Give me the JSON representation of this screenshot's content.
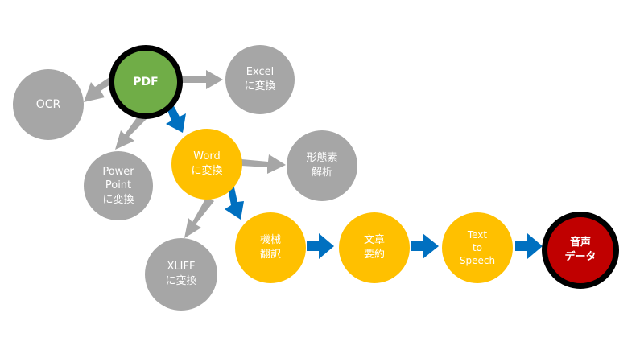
{
  "diagram": {
    "colors": {
      "gray": "#a6a6a6",
      "yellow": "#ffc000",
      "green": "#70ad47",
      "red": "#c00000",
      "blue_arrow": "#0070c0",
      "gray_arrow": "#a6a6a6",
      "outline": "#000000"
    },
    "nodes": {
      "pdf": "PDF",
      "ocr": "OCR",
      "excel": "Excel\nに変換",
      "powerpoint": "Power\nPoint\nに変換",
      "word": "Word\nに変換",
      "morph": "形態素\n解析",
      "xliff": "XLIFF\nに変換",
      "mt": "機械\n翻訳",
      "summary": "文章\n要約",
      "tts": "Text\nto\nSpeech",
      "audio": "音声\nデータ"
    },
    "edges": [
      {
        "from": "pdf",
        "to": "excel",
        "kind": "gray"
      },
      {
        "from": "pdf",
        "to": "ocr",
        "kind": "gray"
      },
      {
        "from": "pdf",
        "to": "powerpoint",
        "kind": "gray"
      },
      {
        "from": "pdf",
        "to": "word",
        "kind": "blue"
      },
      {
        "from": "word",
        "to": "morph",
        "kind": "gray"
      },
      {
        "from": "word",
        "to": "xliff",
        "kind": "gray"
      },
      {
        "from": "word",
        "to": "mt",
        "kind": "blue"
      },
      {
        "from": "mt",
        "to": "summary",
        "kind": "blue"
      },
      {
        "from": "summary",
        "to": "tts",
        "kind": "blue"
      },
      {
        "from": "tts",
        "to": "audio",
        "kind": "blue"
      }
    ]
  }
}
